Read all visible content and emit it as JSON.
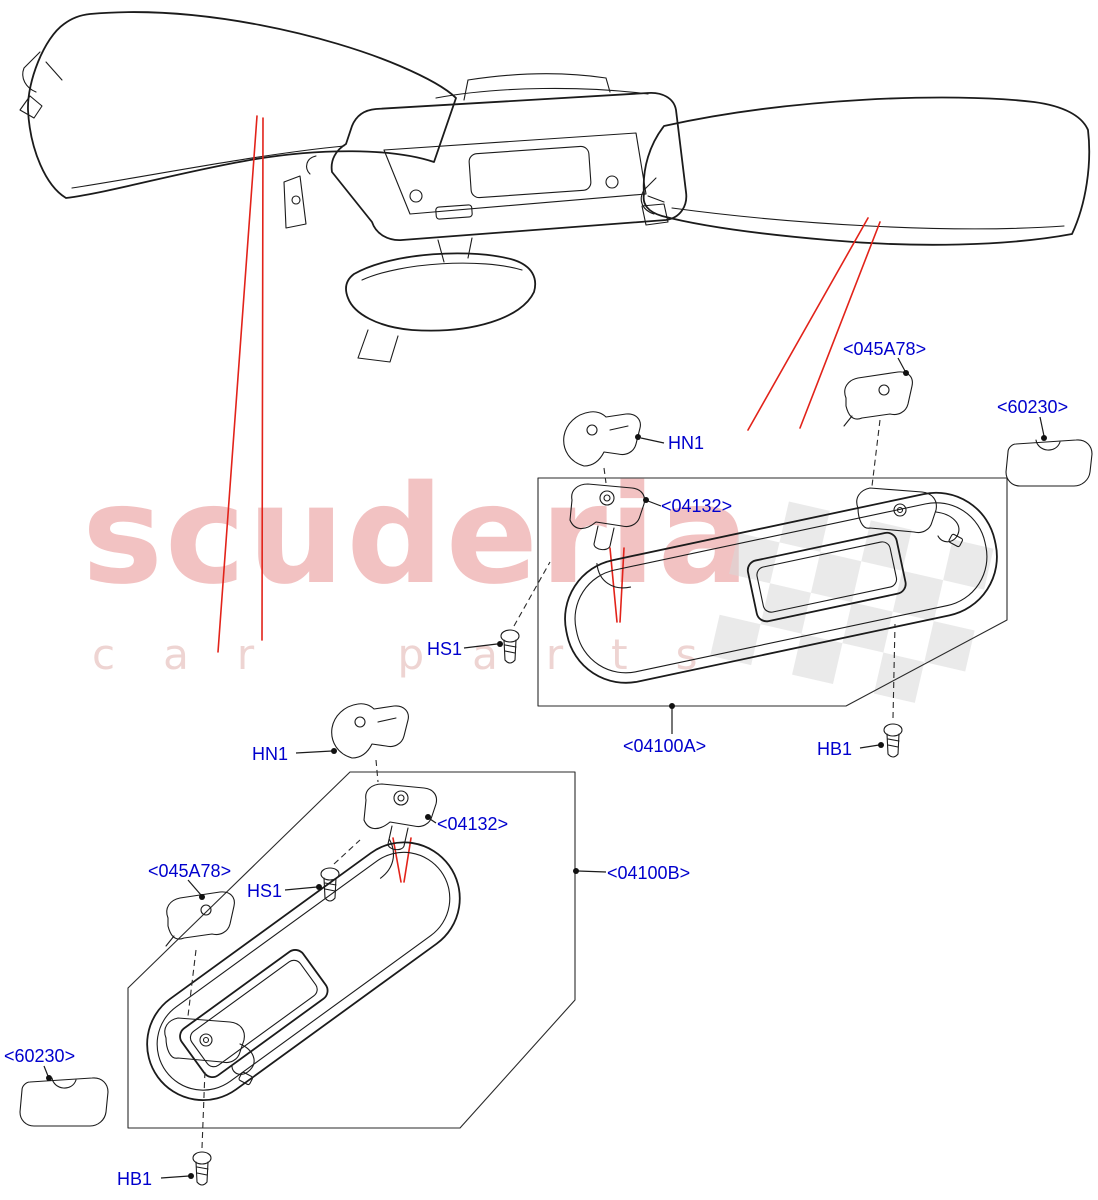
{
  "watermark": {
    "title": "scuderia",
    "subtitle": "car parts"
  },
  "colors": {
    "callout_blue": "#0000CD",
    "leader_red": "#E2231A",
    "line_black": "#1B1B1B",
    "watermark_pink": "#F2C2C2",
    "checker_gray": "#D9D9D9"
  },
  "callouts": [
    {
      "part": "clip-a",
      "text": "<045A78>"
    },
    {
      "part": "cover-a",
      "text": "<60230>"
    },
    {
      "part": "pivot-bracket-a",
      "text": "HN1"
    },
    {
      "part": "pivot-a",
      "text": "<04132>"
    },
    {
      "part": "screw-hs1-a",
      "text": "HS1"
    },
    {
      "part": "sun-visor-a",
      "text": "<04100A>"
    },
    {
      "part": "screw-hb1-a",
      "text": "HB1"
    },
    {
      "part": "pivot-bracket-b",
      "text": "HN1"
    },
    {
      "part": "pivot-b",
      "text": "<04132>"
    },
    {
      "part": "clip-b",
      "text": "<045A78>"
    },
    {
      "part": "screw-hs1-b",
      "text": "HS1"
    },
    {
      "part": "sun-visor-b",
      "text": "<04100B>"
    },
    {
      "part": "cover-b",
      "text": "<60230>"
    },
    {
      "part": "screw-hb1-b",
      "text": "HB1"
    }
  ]
}
